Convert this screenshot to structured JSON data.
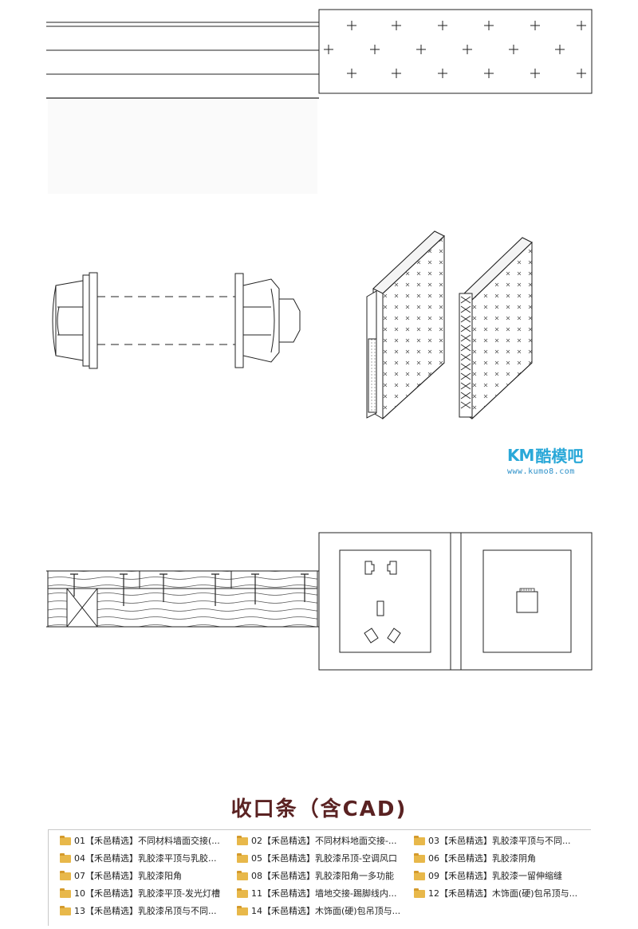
{
  "watermark": {
    "brand": "KM",
    "brand_cn": "酷模吧",
    "url": "www.kumo8.com",
    "color": "#2aa8d8"
  },
  "section": {
    "title": "收口条（含CAD)",
    "title_color": "#5a2222"
  },
  "files": [
    {
      "label": "01【禾邑精选】不同材料墙面交接(..."
    },
    {
      "label": "02【禾邑精选】不同材料地面交接-..."
    },
    {
      "label": "03【禾邑精选】乳胶漆平顶与不同..."
    },
    {
      "label": "04【禾邑精选】乳胶漆平顶与乳胶..."
    },
    {
      "label": "05【禾邑精选】乳胶漆吊顶-空调风口"
    },
    {
      "label": "06【禾邑精选】乳胶漆阴角"
    },
    {
      "label": "07【禾邑精选】乳胶漆阳角"
    },
    {
      "label": "08【禾邑精选】乳胶漆阳角一多功能"
    },
    {
      "label": "09【禾邑精选】乳胶漆一留伸缩缝"
    },
    {
      "label": "10【禾邑精选】乳胶漆平顶-发光灯槽"
    },
    {
      "label": "11【禾邑精选】墙地交接-踢脚线内..."
    },
    {
      "label": "12【禾邑精选】木饰面(硬)包吊顶与..."
    },
    {
      "label": "13【禾邑精选】乳胶漆吊顶与不同..."
    },
    {
      "label": "14【禾邑精选】木饰面(硬)包吊顶与..."
    }
  ],
  "folder_color": "#e8b84a"
}
